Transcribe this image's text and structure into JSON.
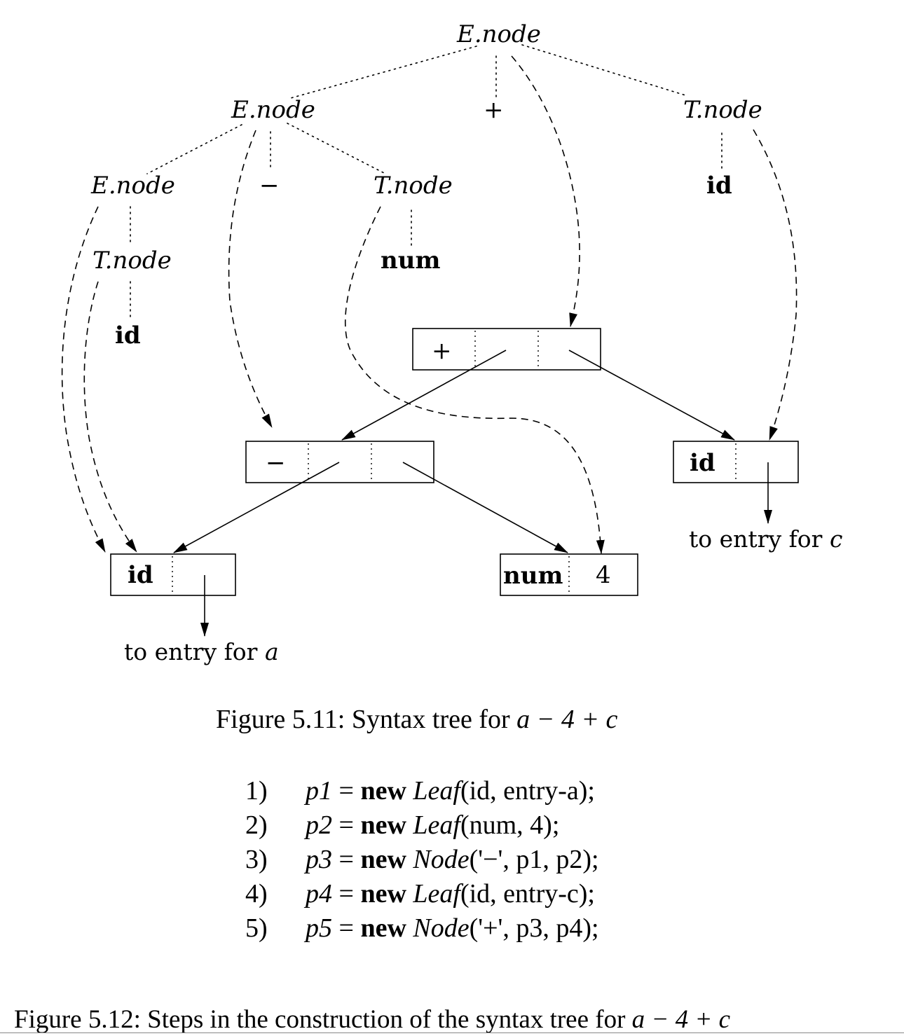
{
  "figure_5_11": {
    "parse_tree": {
      "root": "E.node",
      "level1": {
        "left": "E.node",
        "op": "+",
        "right": "T.node"
      },
      "level2": {
        "left": "E.node",
        "op": "−",
        "right": "T.node",
        "right_tnode_id": "id"
      },
      "level3": {
        "left_tnode": "T.node",
        "num_leaf": "num"
      },
      "level4": {
        "id_leaf": "id"
      }
    },
    "syntax_tree": {
      "plus_node": {
        "op": "+"
      },
      "minus_node": {
        "op": "−"
      },
      "id_leaf_c": {
        "label": "id",
        "pointer_text": "to entry for",
        "var": "c"
      },
      "id_leaf_a": {
        "label": "id",
        "pointer_text": "to entry for",
        "var": "a"
      },
      "num_leaf": {
        "label": "num",
        "value": "4"
      }
    },
    "caption": {
      "prefix": "Figure 5.11: Syntax tree for",
      "expr": "a − 4 + c"
    }
  },
  "figure_5_12": {
    "steps": [
      {
        "num": "1)",
        "lhs": "p1",
        "kw": "new",
        "ctor": "Leaf",
        "args": "(id, entry-a);"
      },
      {
        "num": "2)",
        "lhs": "p2",
        "kw": "new",
        "ctor": "Leaf",
        "args": "(num, 4);"
      },
      {
        "num": "3)",
        "lhs": "p3",
        "kw": "new",
        "ctor": "Node",
        "args": "('−', p1, p2);"
      },
      {
        "num": "4)",
        "lhs": "p4",
        "kw": "new",
        "ctor": "Leaf",
        "args": "(id, entry-c);"
      },
      {
        "num": "5)",
        "lhs": "p5",
        "kw": "new",
        "ctor": "Node",
        "args": "('+', p3, p4);"
      }
    ],
    "caption": {
      "prefix": "Figure 5.12: Steps in the construction of the syntax tree for",
      "expr": "a − 4 + c"
    }
  }
}
